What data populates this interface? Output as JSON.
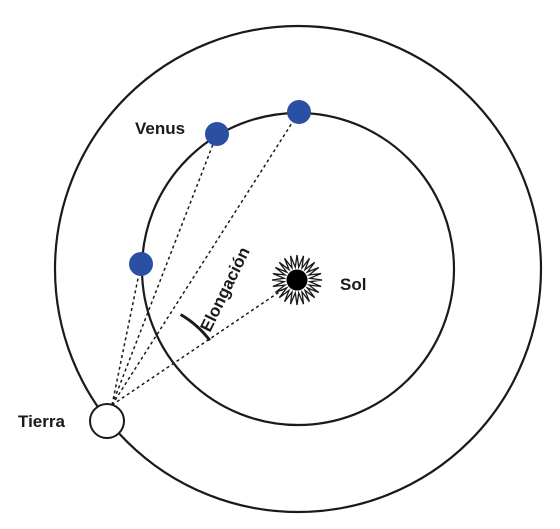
{
  "labels": {
    "venus": "Venus",
    "sol": "Sol",
    "tierra": "Tierra",
    "elongacion": "Elongación"
  },
  "colors": {
    "line": "#1a1a1a",
    "venus": "#2b4fa3",
    "sun": "#000000",
    "earth_fill": "#ffffff",
    "background": "#ffffff"
  }
}
